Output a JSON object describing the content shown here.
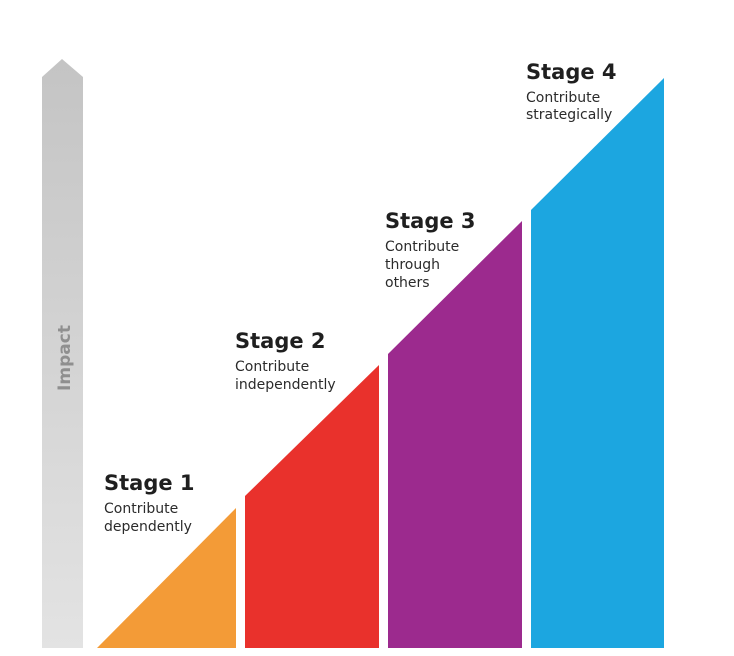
{
  "axis": {
    "label": "Impact"
  },
  "stages": [
    {
      "title": "Stage 1",
      "description_lines": [
        "Contribute",
        "dependently"
      ],
      "color": "#F39B37"
    },
    {
      "title": "Stage 2",
      "description_lines": [
        "Contribute",
        "independently"
      ],
      "color": "#E9312C"
    },
    {
      "title": "Stage 3",
      "description_lines": [
        "Contribute",
        "through",
        "others"
      ],
      "color": "#9C2A8E"
    },
    {
      "title": "Stage 4",
      "description_lines": [
        "Contribute",
        "strategically"
      ],
      "color": "#1CA6E0"
    }
  ]
}
